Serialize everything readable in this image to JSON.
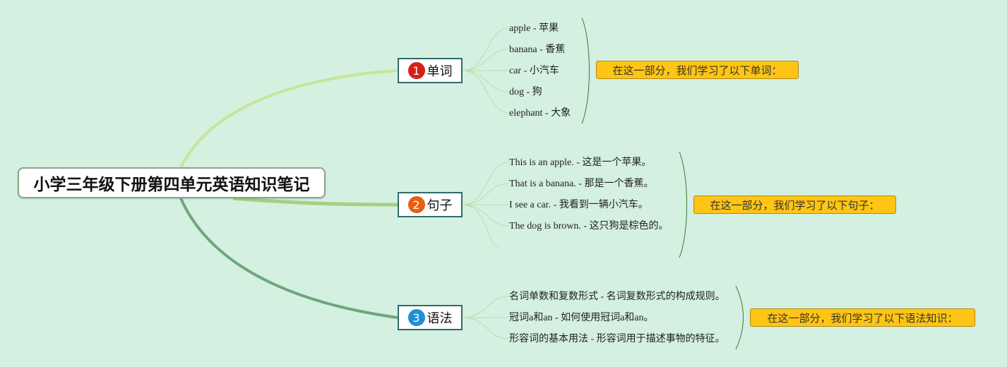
{
  "root": {
    "title": "小学三年级下册第四单元英语知识笔记"
  },
  "branches": [
    {
      "number": "1",
      "label": "单词",
      "badge_color": "#d91e18",
      "items": [
        "apple - 苹果",
        "banana - 香蕉",
        "car - 小汽车",
        "dog - 狗",
        "elephant - 大象"
      ],
      "summary": "在这一部分，我们学习了以下单词："
    },
    {
      "number": "2",
      "label": "句子",
      "badge_color": "#e65f13",
      "items": [
        "This is an apple. - 这是一个苹果。",
        "That is a banana. - 那是一个香蕉。",
        "I see a car. - 我看到一辆小汽车。",
        "The dog is brown. - 这只狗是棕色的。"
      ],
      "summary": "在这一部分，我们学习了以下句子："
    },
    {
      "number": "3",
      "label": "语法",
      "badge_color": "#1e8fd6",
      "items": [
        "名词单数和复数形式 - 名词复数形式的构成规则。",
        "冠词a和an - 如何使用冠词a和an。",
        "形容词的基本用法 - 形容词用于描述事物的特征。"
      ],
      "summary": "在这一部分，我们学习了以下语法知识："
    }
  ],
  "colors": {
    "background": "#d3f0e1",
    "summary_fill": "#fec514",
    "branch_border": "#2f6b6b"
  }
}
